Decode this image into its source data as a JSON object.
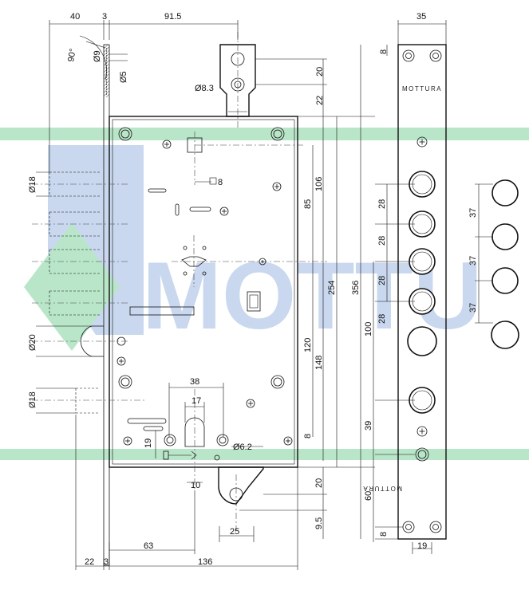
{
  "watermark": {
    "text": "MOTTU",
    "color_blue": "#c9d8ee",
    "color_green": "#b9e6c9"
  },
  "brand_top": "MOTTURA",
  "brand_bottom": "MOTTURA",
  "dimensions": {
    "top_40": "40",
    "top_3": "3",
    "top_91_5": "91.5",
    "top_35": "35",
    "angle_90": "90°",
    "dia_9": "Ø9",
    "dia_5": "Ø5",
    "dia_8_3": "Ø8.3",
    "dim_20_top": "20",
    "dim_22_top": "22",
    "dim_8_top": "8",
    "sq_8": "8",
    "dia_18_a": "Ø18",
    "dia_20": "Ø20",
    "dia_18_b": "Ø18",
    "dim_106": "106",
    "dim_85": "85",
    "dim_120": "120",
    "dim_148": "148",
    "dim_254": "254",
    "dim_356": "356",
    "dim_28_a": "28",
    "dim_28_b": "28",
    "dim_28_c": "28",
    "dim_28_d": "28",
    "dim_100": "100",
    "dim_39": "39",
    "dim_60": "60",
    "dim_8_bottom": "8",
    "dim_37_a": "37",
    "dim_37_b": "37",
    "dim_37_c": "37",
    "dim_38": "38",
    "dim_17": "17",
    "dim_19": "19",
    "dia_6_2": "Ø6.2",
    "dim_8_mid": "8",
    "dim_10": "10",
    "dim_20_bottom": "20",
    "dim_9_5": "9.5",
    "dim_25": "25",
    "dim_63": "63",
    "dim_22_bottom": "22",
    "dim_3_bottom": "3",
    "dim_136": "136",
    "dim_19_bottom": "19"
  }
}
